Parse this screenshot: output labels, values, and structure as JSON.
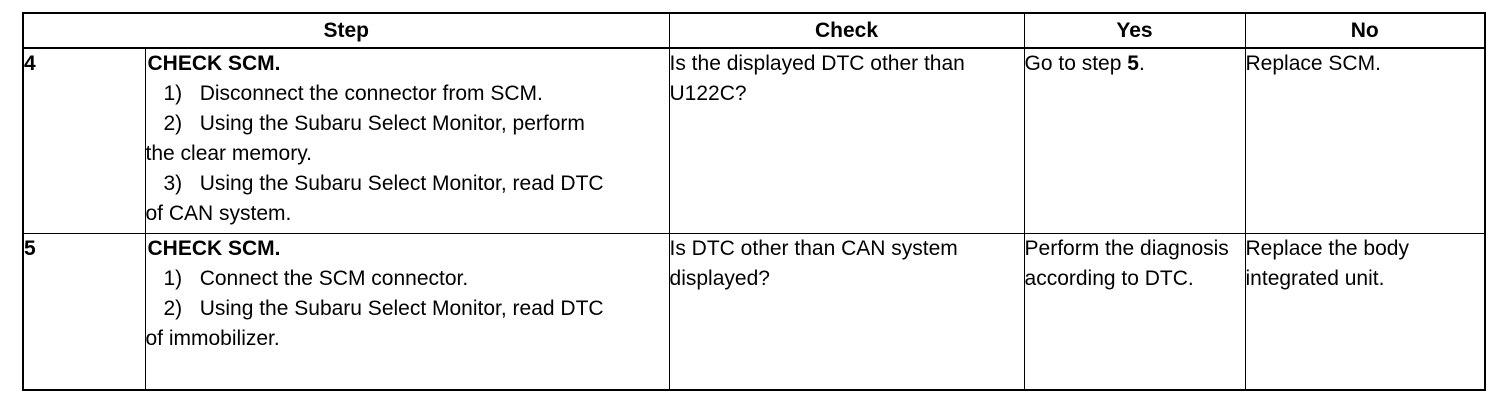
{
  "headers": {
    "step": "Step",
    "check": "Check",
    "yes": "Yes",
    "no": "No"
  },
  "rows": [
    {
      "number": "4",
      "title": "CHECK SCM.",
      "lines": [
        {
          "prefix": "1)",
          "text": "Disconnect the connector from SCM."
        },
        {
          "prefix": "2)",
          "text": "Using the Subaru Select Monitor, perform"
        },
        {
          "prefix": "",
          "text": "the clear memory."
        },
        {
          "prefix": "3)",
          "text": "Using the Subaru Select Monitor, read DTC"
        },
        {
          "prefix": "",
          "text": "of CAN system."
        }
      ],
      "check": "Is the displayed DTC other than U122C?",
      "yes_prefix": "Go to step ",
      "yes_ref": "5",
      "yes_suffix": ".",
      "no": "Replace SCM."
    },
    {
      "number": "5",
      "title": "CHECK SCM.",
      "lines": [
        {
          "prefix": "1)",
          "text": "Connect the SCM connector."
        },
        {
          "prefix": "2)",
          "text": "Using the Subaru Select Monitor, read DTC"
        },
        {
          "prefix": "",
          "text": "of immobilizer."
        }
      ],
      "check": "Is DTC other than CAN system displayed?",
      "yes": "Perform the diagnosis according to DTC.",
      "no": "Replace the body integrated unit."
    }
  ]
}
